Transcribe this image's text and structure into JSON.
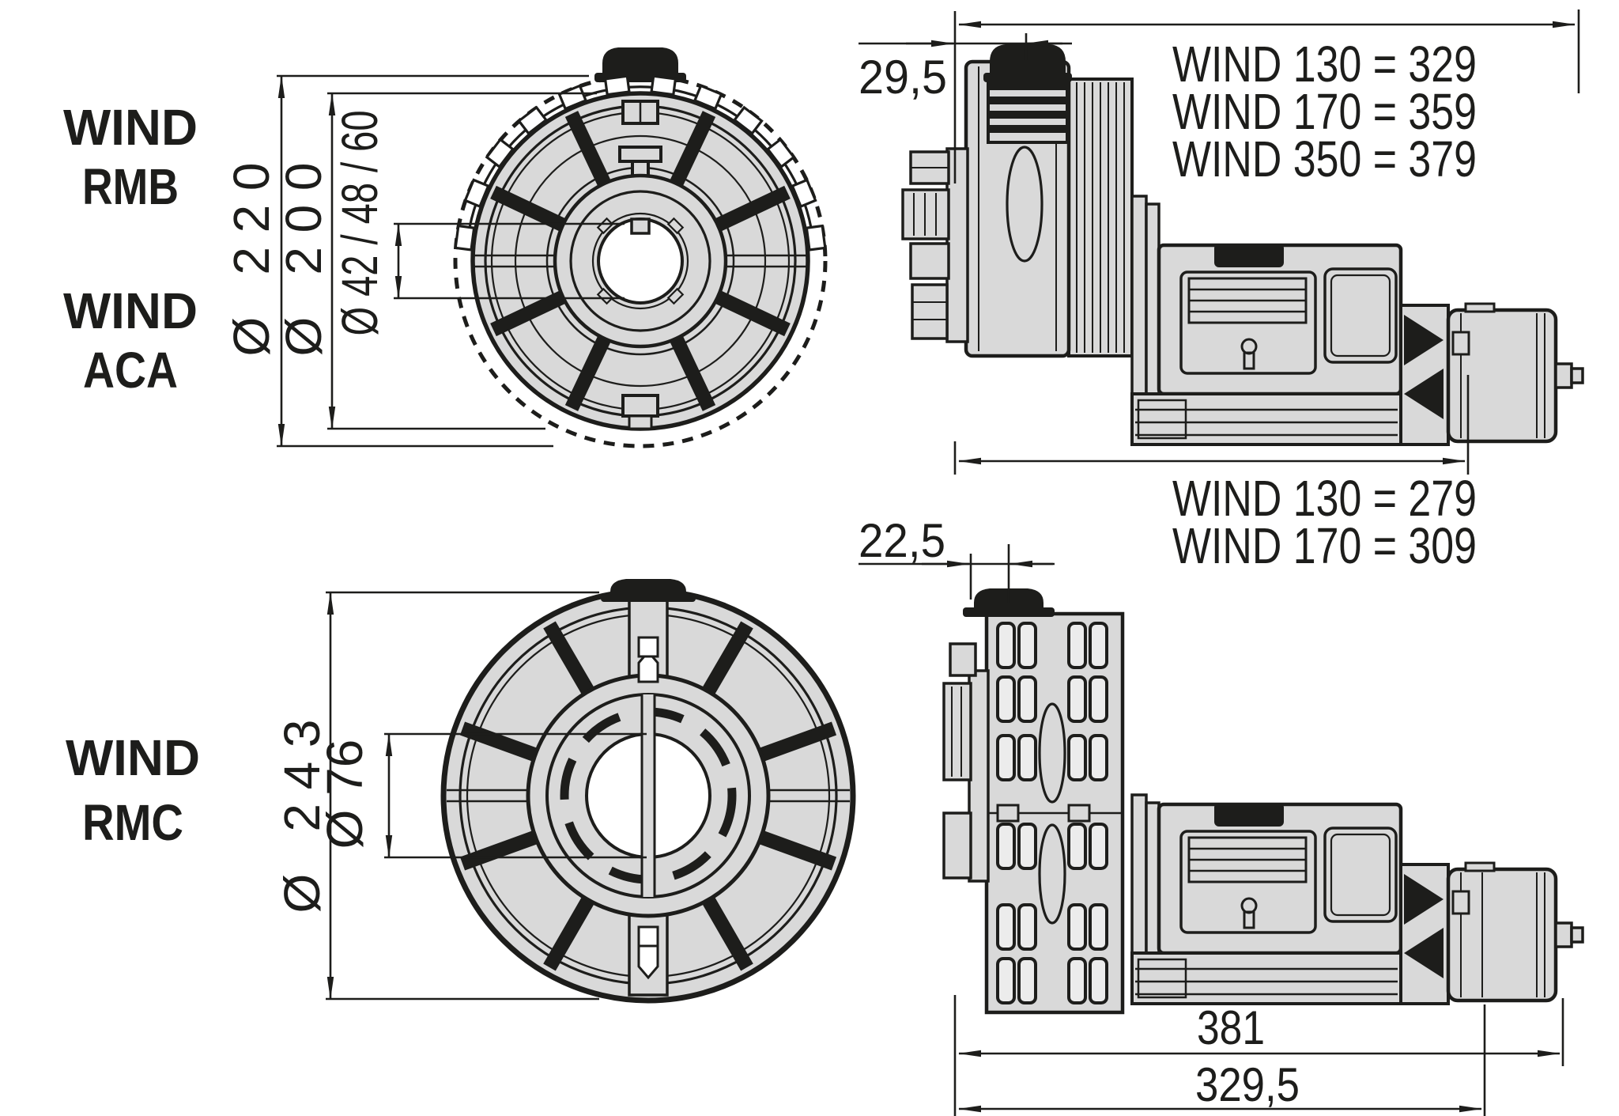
{
  "drawing": {
    "labels": {
      "rmb": {
        "line1": "WIND",
        "line2": "RMB"
      },
      "aca": {
        "line1": "WIND",
        "line2": "ACA"
      },
      "rmc": {
        "line1": "WIND",
        "line2": "RMC"
      }
    },
    "front_rmb": {
      "outer_diameter": "Ø 220",
      "flange_diameter": "Ø 200",
      "bore_diameter": "Ø 42 / 48 / 60"
    },
    "side_rmb": {
      "offset": "29,5",
      "overall_lengths": [
        "WIND 130 = 329",
        "WIND 170 = 359",
        "WIND 350 = 379"
      ],
      "body_lengths": [
        "WIND 130 = 279",
        "WIND 170 = 309"
      ]
    },
    "front_rmc": {
      "outer_diameter": "Ø 243",
      "bore_diameter": "Ø 76"
    },
    "side_rmc": {
      "offset": "22,5",
      "overall_length": "381",
      "body_length": "329,5"
    },
    "colors": {
      "ink": "#1d1d1b",
      "machine_fill": "#d9d9d9",
      "background": "#ffffff"
    }
  }
}
